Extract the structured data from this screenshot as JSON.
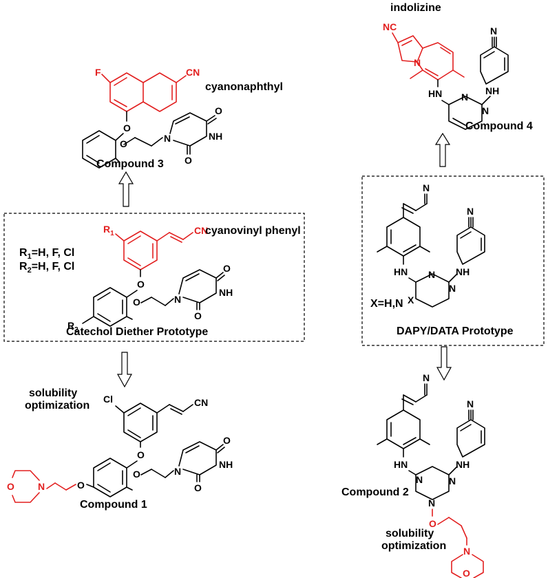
{
  "labels": {
    "cyanonaphthyl": "cyanonaphthyl",
    "compound3": "Compound 3",
    "cyanovinyl_phenyl": "cyanovinyl phenyl",
    "r1_def": "R1=H, F, Cl",
    "r2_def": "R2=H, F, Cl",
    "catechol_prototype": "Catechol Diether Prototype",
    "solubility_left_1": "solubility",
    "solubility_left_2": "optimization",
    "compound1": "Compound 1",
    "indolizine": "indolizine",
    "compound4": "Compound 4",
    "x_def": "X=H,N",
    "dapy_prototype": "DAPY/DATA Prototype",
    "compound2": "Compound 2",
    "solubility_right_1": "solubility",
    "solubility_right_2": "optimization"
  },
  "atoms": {
    "F": "F",
    "CN": "CN",
    "NC": "NC",
    "N": "N",
    "O": "O",
    "NH": "NH",
    "HN": "HN",
    "Cl": "Cl",
    "R": "R",
    "sub1": "1",
    "sub2": "2",
    "X": "X"
  },
  "colors": {
    "highlight": "#e21f1f",
    "line": "#000000"
  }
}
